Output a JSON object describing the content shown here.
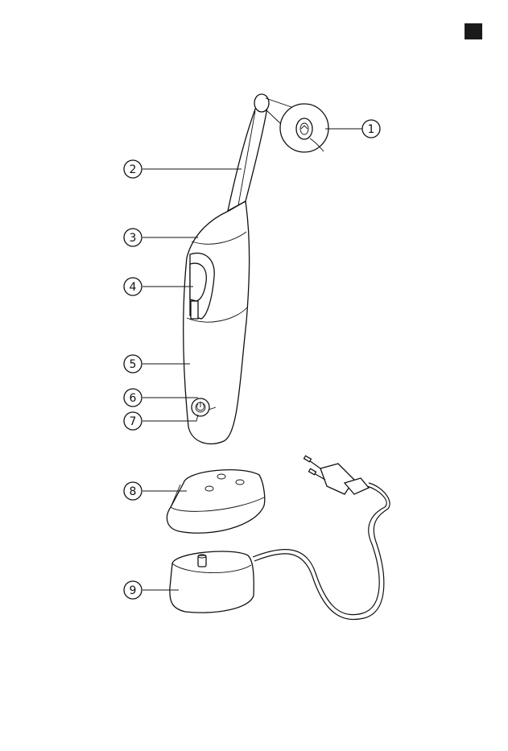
{
  "page": {
    "corner_marker_color": "#1a1a1a"
  },
  "callouts": [
    {
      "id": 1,
      "label": "1"
    },
    {
      "id": 2,
      "label": "2"
    },
    {
      "id": 3,
      "label": "3"
    },
    {
      "id": 4,
      "label": "4"
    },
    {
      "id": 5,
      "label": "5"
    },
    {
      "id": 6,
      "label": "6"
    },
    {
      "id": 7,
      "label": "7"
    },
    {
      "id": 8,
      "label": "8"
    },
    {
      "id": 9,
      "label": "9"
    }
  ],
  "icons": {
    "power_button": "power-icon"
  }
}
